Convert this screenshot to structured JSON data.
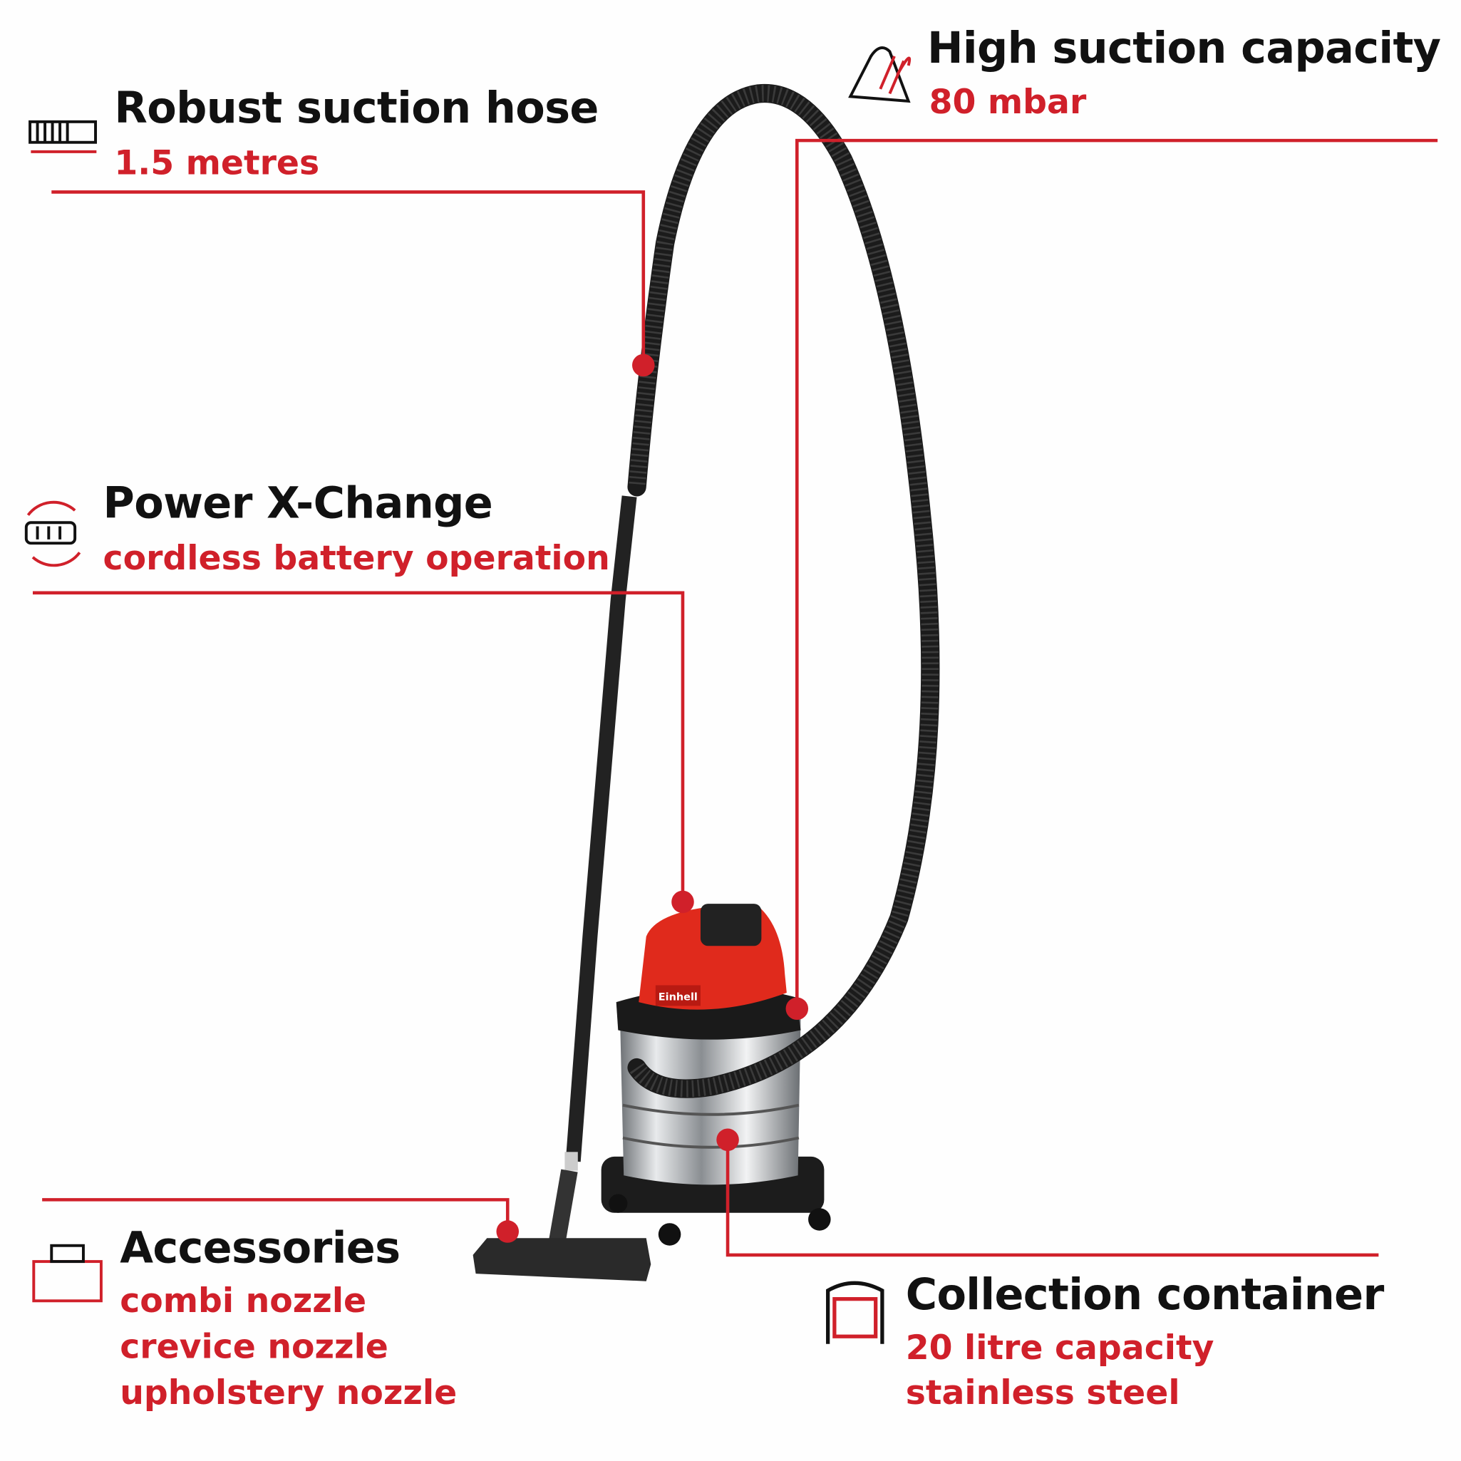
{
  "accent_color": "#d0202a",
  "features": {
    "hose": {
      "title": "Robust suction hose",
      "lines": [
        "1.5 metres"
      ],
      "icon": "hose-length-icon"
    },
    "suction": {
      "title": "High suction capacity",
      "lines": [
        "80 mbar"
      ],
      "icon": "suction-icon"
    },
    "battery": {
      "title": "Power X-Change",
      "lines": [
        "cordless battery operation"
      ],
      "icon": "battery-exchange-icon"
    },
    "accessories": {
      "title": "Accessories",
      "lines": [
        "combi nozzle",
        "crevice nozzle",
        "upholstery nozzle"
      ],
      "icon": "toolbox-icon"
    },
    "container": {
      "title": "Collection container",
      "lines": [
        "20 litre capacity",
        "stainless steel"
      ],
      "icon": "container-icon"
    }
  },
  "product": {
    "brand_label": "Einhell"
  }
}
